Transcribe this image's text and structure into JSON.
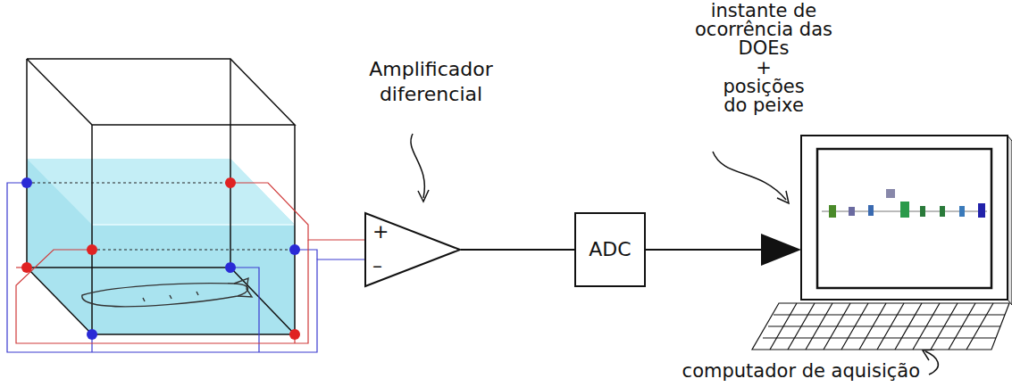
{
  "diagram": {
    "nodes": [
      {
        "text": [
          "+",
          "–"
        ]
      },
      {
        "text": [
          "ADC"
        ]
      }
    ],
    "edges": [
      {
        "from": 0,
        "to": 1,
        "arrow": "none"
      }
    ],
    "labels": [
      "Amplificador diferencial",
      "instante de ocorrência das DOEs",
      "+",
      "posições do peixe",
      "computador de aquisição"
    ]
  }
}
